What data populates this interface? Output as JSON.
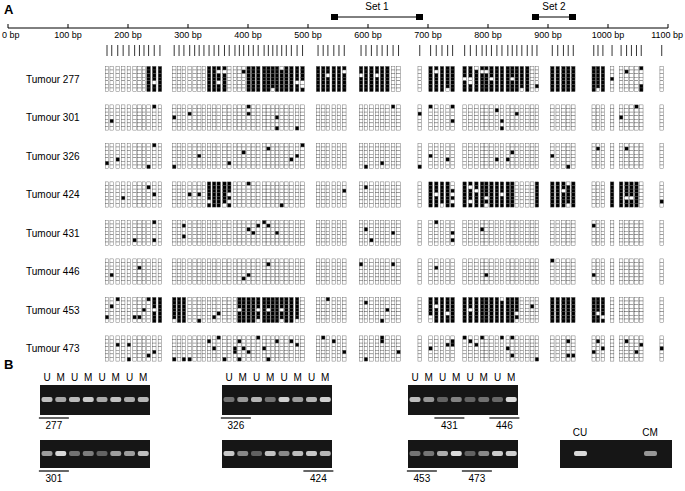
{
  "diagram": {
    "labels": [
      "A",
      "Set 1",
      "Set 2",
      "0 bp",
      "100 bp",
      "200 bp",
      "300 bp",
      "400 bp",
      "500 bp",
      "600 bp",
      "700 bp",
      "800 bp",
      "900 bp",
      "1000 bp",
      "1100 bp",
      "Tumour 277",
      "Tumour 301",
      "Tumour 326",
      "Tumour 424",
      "Tumour 431",
      "Tumour 446",
      "Tumour 453",
      "Tumour 473",
      "B",
      "U",
      "M",
      "U",
      "M",
      "U",
      "M",
      "U",
      "M",
      "U",
      "M",
      "U",
      "M",
      "U",
      "M",
      "U",
      "M",
      "U",
      "M",
      "U",
      "M",
      "U",
      "M",
      "U",
      "M",
      "277",
      "326",
      "431",
      "446",
      "301",
      "424",
      "453",
      "473",
      "CU",
      "CM"
    ]
  }
}
